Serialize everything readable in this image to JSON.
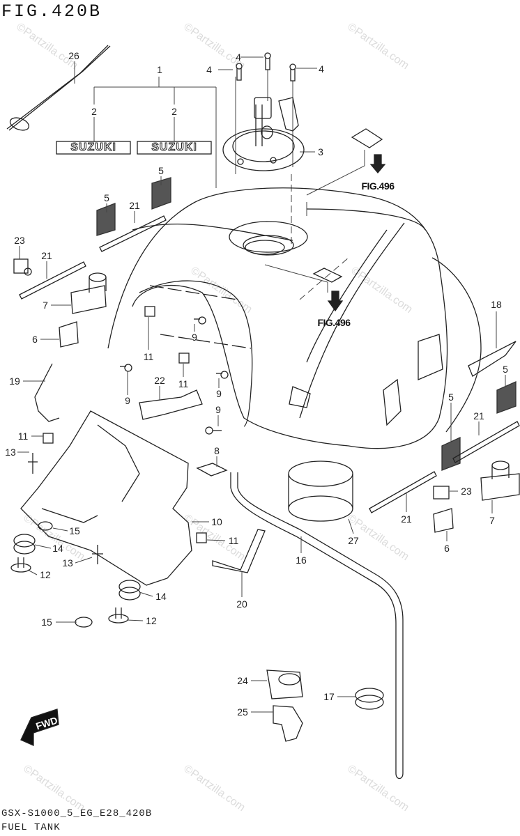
{
  "figure": {
    "title": "FIG.420B",
    "model_code": "GSX-S1000_5_EG_E28_420B",
    "section_name": "FUEL TANK"
  },
  "watermark": "©Partzilla.com",
  "cross_references": [
    {
      "id": "ref-upper",
      "text": "FIG.496"
    },
    {
      "id": "ref-lower",
      "text": "FIG.496"
    }
  ],
  "fwd_indicator": {
    "text": "FWD"
  },
  "emblem": {
    "text": "SUZUKI"
  },
  "callouts": [
    {
      "part": "26"
    },
    {
      "part": "1"
    },
    {
      "part": "2"
    },
    {
      "part": "2"
    },
    {
      "part": "4"
    },
    {
      "part": "4"
    },
    {
      "part": "4"
    },
    {
      "part": "3"
    },
    {
      "part": "5"
    },
    {
      "part": "5"
    },
    {
      "part": "21"
    },
    {
      "part": "23"
    },
    {
      "part": "21"
    },
    {
      "part": "7"
    },
    {
      "part": "6"
    },
    {
      "part": "11"
    },
    {
      "part": "9"
    },
    {
      "part": "11"
    },
    {
      "part": "9"
    },
    {
      "part": "22"
    },
    {
      "part": "9"
    },
    {
      "part": "9"
    },
    {
      "part": "19"
    },
    {
      "part": "11"
    },
    {
      "part": "13"
    },
    {
      "part": "8"
    },
    {
      "part": "15"
    },
    {
      "part": "14"
    },
    {
      "part": "12"
    },
    {
      "part": "13"
    },
    {
      "part": "10"
    },
    {
      "part": "11"
    },
    {
      "part": "14"
    },
    {
      "part": "15"
    },
    {
      "part": "12"
    },
    {
      "part": "20"
    },
    {
      "part": "16"
    },
    {
      "part": "27"
    },
    {
      "part": "18"
    },
    {
      "part": "5"
    },
    {
      "part": "5"
    },
    {
      "part": "21"
    },
    {
      "part": "21"
    },
    {
      "part": "23"
    },
    {
      "part": "7"
    },
    {
      "part": "6"
    },
    {
      "part": "24"
    },
    {
      "part": "25"
    },
    {
      "part": "17"
    }
  ]
}
